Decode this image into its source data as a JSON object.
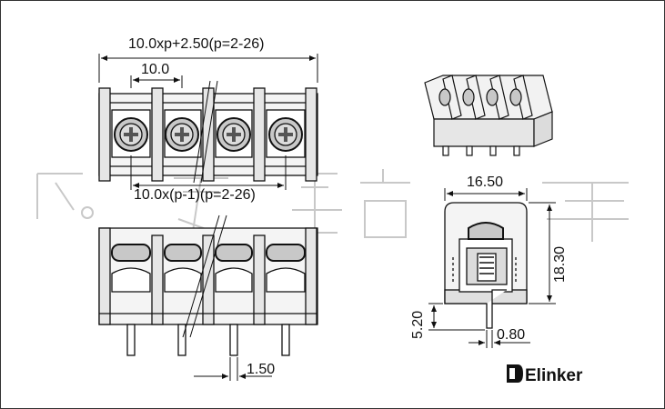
{
  "dimensions": {
    "overall_width": "10.0xp+2.50(p=2-26)",
    "pitch": "10.0",
    "pitch_span": "10.0x(p-1)(p=2-26)",
    "depth": "16.50",
    "height": "18.30",
    "pin_length": "5.20",
    "pin_thickness": "0.80",
    "pin_width": "1.50"
  },
  "brand": {
    "name": "Elinker"
  },
  "colors": {
    "outline": "#111111",
    "screw_fill": "#c8c8c8",
    "body_fill": "#ececec"
  }
}
